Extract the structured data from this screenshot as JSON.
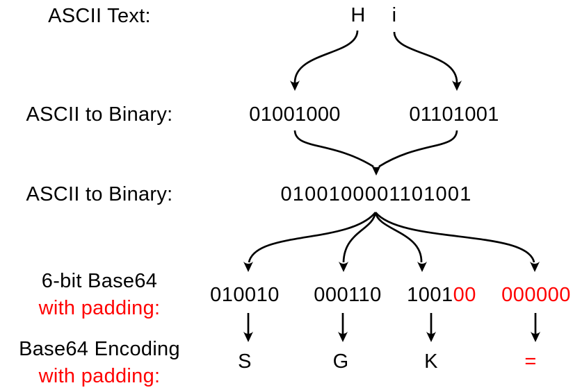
{
  "title": "Base64 encoding of the ASCII text 'Hi' (diagram)",
  "colors": {
    "text": "#000000",
    "padding_highlight": "#ff0000",
    "background": "#ffffff"
  },
  "labels": {
    "row1": "ASCII Text:",
    "row2": "ASCII to Binary:",
    "row3": "ASCII to Binary:",
    "row4_line1": "6-bit Base64",
    "row4_line2": "with padding:",
    "row5_line1": "Base64 Encoding",
    "row5_line2": "with padding:"
  },
  "ascii": {
    "chars": [
      "H",
      "i"
    ]
  },
  "binary_bytes": [
    "01001000",
    "01101001"
  ],
  "combined_binary": "0100100001101001",
  "base64_groups": [
    {
      "bits_black": "010010",
      "bits_red": ""
    },
    {
      "bits_black": "000110",
      "bits_red": ""
    },
    {
      "bits_black": "1001",
      "bits_red": "00"
    },
    {
      "bits_black": "",
      "bits_red": "000000"
    }
  ],
  "base64_output": [
    {
      "char": "S",
      "is_padding": false
    },
    {
      "char": "G",
      "is_padding": false
    },
    {
      "char": "K",
      "is_padding": false
    },
    {
      "char": "=",
      "is_padding": true
    }
  ]
}
